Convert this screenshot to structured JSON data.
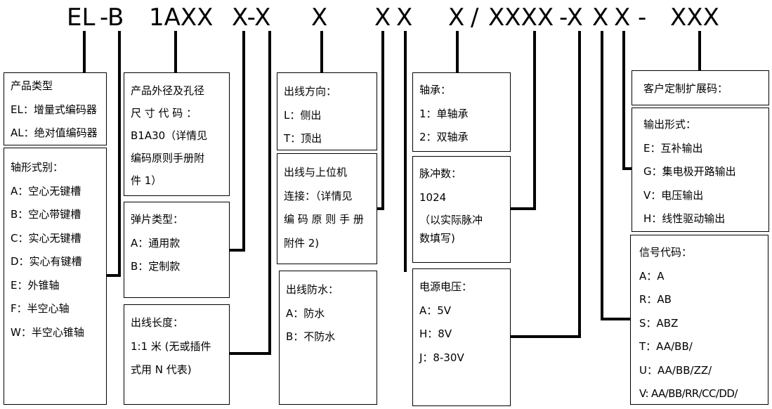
{
  "model_code": {
    "c_el": "EL",
    "c_b": "-B",
    "c_1axx": "1AXX",
    "c_xx1": "X-X",
    "c_x1": "X",
    "c_x2": "X",
    "c_x3": "X",
    "c_x4": "X",
    "c_xxxx": "XXXX",
    "c_xa": "-X",
    "c_xb": "X",
    "c_xc": "X",
    "c_dash": "-",
    "c_xxx": "XXX",
    "c_slash": "/"
  },
  "boxes": {
    "product_type": {
      "title": "产品类型",
      "items": [
        "EL：增量式编码器",
        "AL：绝对值编码器"
      ]
    },
    "shaft_type": {
      "title": "轴形式别：",
      "items": [
        "A：空心无键槽",
        "B：空心带键槽",
        "C：实心无键槽",
        "D：实心有键槽",
        "E：外锥轴",
        "F：半空心轴",
        "W：半空心锥轴"
      ]
    },
    "size_code": {
      "lines": [
        "产品外径及孔径",
        "尺 寸 代 码 ：",
        "B1A30（详情见",
        "编码原则手册附",
        "件 1）"
      ]
    },
    "spring_type": {
      "title": "弹片类型：",
      "items": [
        "A：通用款",
        "B：定制款"
      ]
    },
    "cable_length": {
      "title": "出线长度：",
      "lines": [
        "1:1 米 (无或插件",
        "式用 N 代表)"
      ]
    },
    "cable_direction": {
      "title": "出线方向：",
      "items": [
        "L：侧出",
        "T：顶出"
      ]
    },
    "host_connection": {
      "lines": [
        "出线与上位机",
        "连接：（详情见",
        "编 码 原 则 手 册",
        "附件 2)"
      ]
    },
    "waterproof": {
      "title": "出线防水：",
      "items": [
        "A：防水",
        "B：不防水"
      ]
    },
    "bearing": {
      "title": "轴承：",
      "items": [
        "1：单轴承",
        "2：双轴承"
      ]
    },
    "pulse_count": {
      "title": "脉冲数：",
      "lines": [
        "1024",
        "（以实际脉冲",
        "数填写)"
      ]
    },
    "power_voltage": {
      "title": "电源电压：",
      "items": [
        "A：5V",
        "H：8V",
        "J：8-30V"
      ]
    },
    "custom_code": {
      "title": "客户定制扩展码："
    },
    "output_form": {
      "title": "输出形式：",
      "items": [
        "E：互补输出",
        "G：集电极开路输出",
        "V：电压输出",
        "H：线性驱动输出"
      ]
    },
    "signal_code": {
      "title": "信号代码：",
      "items": [
        "A：A",
        "R：AB",
        "S：ABZ",
        "T：AA/BB/",
        "U：AA/BB/ZZ/",
        "V: AA/BB/RR/CC/DD/"
      ]
    }
  }
}
